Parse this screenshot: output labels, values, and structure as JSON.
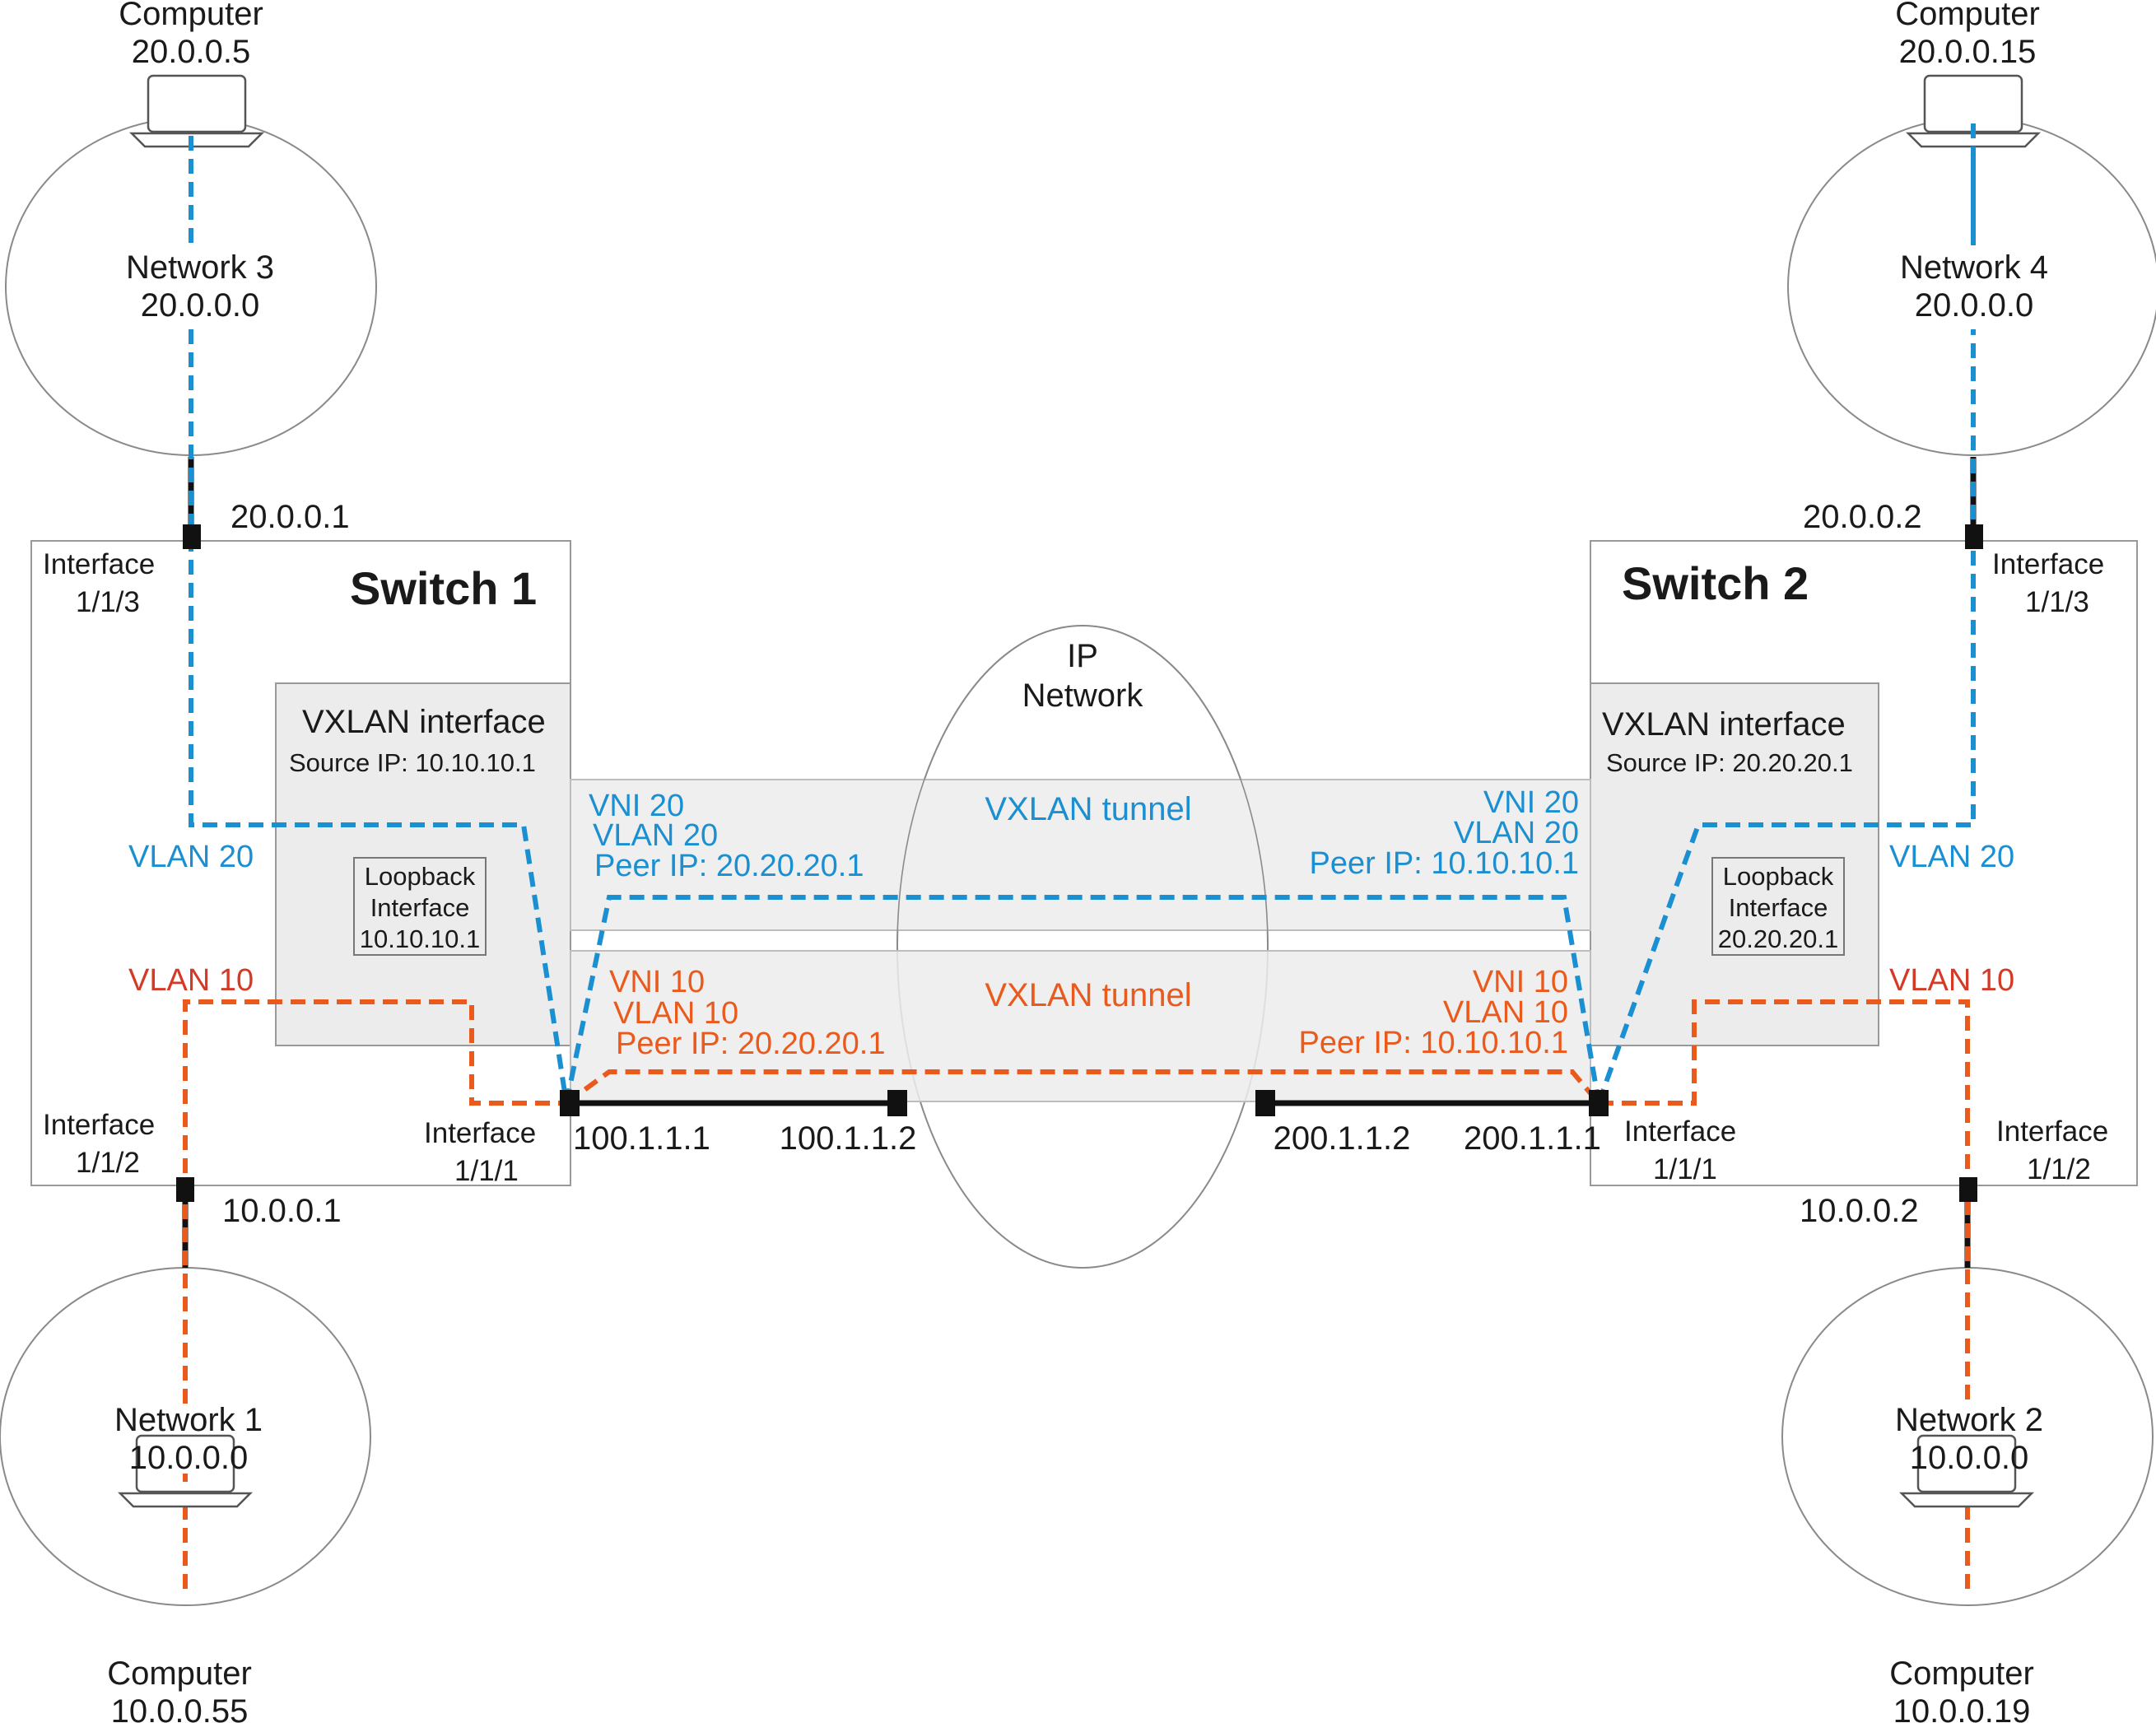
{
  "colors": {
    "vlan20": "#1a8fd1",
    "vlan10": "#ea5a1c",
    "vlan10_label": "#d43a26",
    "line": "#111111",
    "panel": "#ececec",
    "panel_border": "#999999"
  },
  "switch1": {
    "title": "Switch 1",
    "vxlan": {
      "title": "VXLAN interface",
      "source_ip": "Source IP: 10.10.10.1"
    },
    "loopback": {
      "line1": "Loopback",
      "line2": "Interface",
      "line3": "10.10.10.1"
    },
    "if13": {
      "line1": "Interface",
      "line2": "1/1/3",
      "ip": "20.0.0.1"
    },
    "if12": {
      "line1": "Interface",
      "line2": "1/1/2",
      "ip": "10.0.0.1"
    },
    "if11": {
      "line1": "Interface",
      "line2": "1/1/1",
      "ip": "100.1.1.1"
    },
    "vlan20": "VLAN 20",
    "vlan10": "VLAN 10"
  },
  "switch2": {
    "title": "Switch 2",
    "vxlan": {
      "title": "VXLAN interface",
      "source_ip": "Source IP: 20.20.20.1"
    },
    "loopback": {
      "line1": "Loopback",
      "line2": "Interface",
      "line3": "20.20.20.1"
    },
    "if13": {
      "line1": "Interface",
      "line2": "1/1/3",
      "ip": "20.0.0.2"
    },
    "if12": {
      "line1": "Interface",
      "line2": "1/1/2",
      "ip": "10.0.0.2"
    },
    "if11": {
      "line1": "Interface",
      "line2": "1/1/1",
      "ip": "200.1.1.1"
    },
    "vlan20": "VLAN 20",
    "vlan10": "VLAN 10"
  },
  "ip_network": {
    "line1": "IP",
    "line2": "Network",
    "router_left_ip": "100.1.1.2",
    "router_right_ip": "200.1.1.2"
  },
  "tunnel20": {
    "title": "VXLAN tunnel",
    "left": {
      "vni": "VNI 20",
      "vlan": "VLAN 20",
      "peer": "Peer IP: 20.20.20.1"
    },
    "right": {
      "vni": "VNI 20",
      "vlan": "VLAN 20",
      "peer": "Peer IP: 10.10.10.1"
    }
  },
  "tunnel10": {
    "title": "VXLAN tunnel",
    "left": {
      "vni": "VNI 10",
      "vlan": "VLAN 10",
      "peer": "Peer IP: 20.20.20.1"
    },
    "right": {
      "vni": "VNI 10",
      "vlan": "VLAN 10",
      "peer": "Peer IP: 10.10.10.1"
    }
  },
  "network3": {
    "name": "Network 3",
    "ip": "20.0.0.0",
    "computer": {
      "label": "Computer",
      "ip": "20.0.0.5"
    }
  },
  "network4": {
    "name": "Network 4",
    "ip": "20.0.0.0",
    "computer": {
      "label": "Computer",
      "ip": "20.0.0.15"
    }
  },
  "network1": {
    "name": "Network 1",
    "ip": "10.0.0.0",
    "computer": {
      "label": "Computer",
      "ip": "10.0.0.55"
    }
  },
  "network2": {
    "name": "Network 2",
    "ip": "10.0.0.0",
    "computer": {
      "label": "Computer",
      "ip": "10.0.0.19"
    }
  }
}
